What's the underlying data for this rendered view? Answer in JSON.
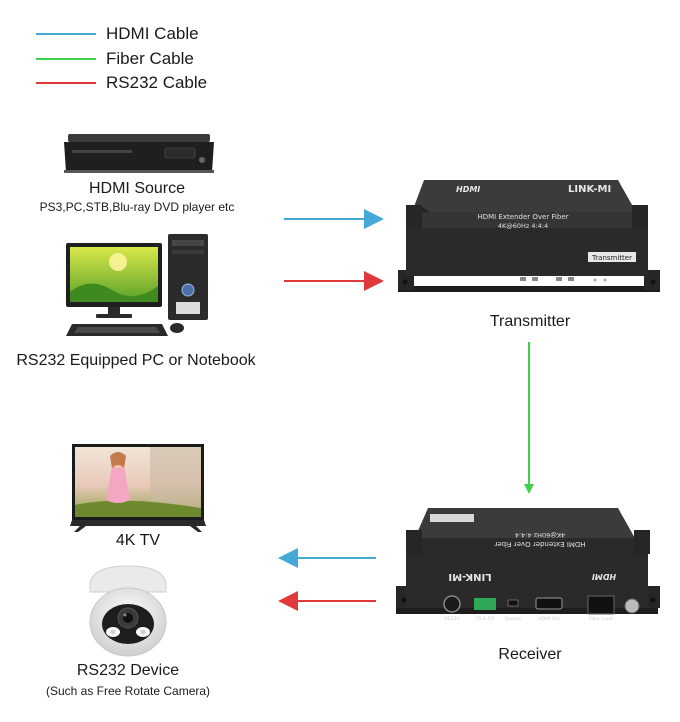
{
  "legend": [
    {
      "label": "HDMI Cable",
      "color": "#45a8d6"
    },
    {
      "label": "Fiber Cable",
      "color": "#3fd14a"
    },
    {
      "label": "RS232 Cable",
      "color": "#e0393b"
    }
  ],
  "source": {
    "title": "HDMI Source",
    "subtitle": "PS3,PC,STB,Blu-ray DVD player etc"
  },
  "pc": {
    "title": "RS232 Equipped PC or Notebook"
  },
  "transmitter": {
    "caption": "Transmitter",
    "hdmi_logo": "HDMI",
    "brand": "LINK-MI",
    "product": "HDMI Extender Over Fiber",
    "spec": "4K@60Hz 4:4:4",
    "tag": "Transmitter"
  },
  "receiver": {
    "caption": "Receiver",
    "brand": "LINK-MI",
    "hdmi_logo": "HDMI",
    "product": "HDMI Extender Over Fiber",
    "spec": "4K@60Hz 4:4:4",
    "ports": [
      "DC12V",
      "TX & RX",
      "Update",
      "HDMI Out",
      "Fiber Input"
    ]
  },
  "tv": {
    "title": "4K TV"
  },
  "rs232_device": {
    "title": "RS232 Device",
    "subtitle": "(Such as Free Rotate Camera)"
  },
  "colors": {
    "hdmi": "#45a8d6",
    "fiber": "#3fd14a",
    "rs232": "#e0393b",
    "device": "#2e2e2e"
  }
}
